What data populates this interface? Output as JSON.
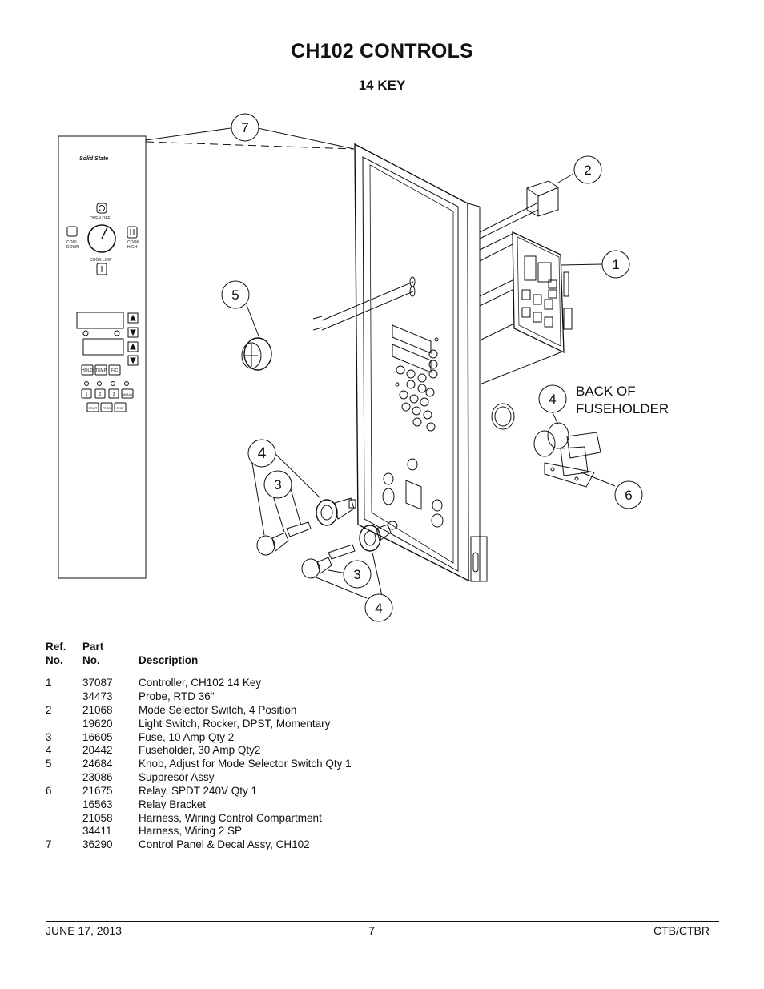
{
  "page": {
    "title": "CH102 CONTROLS",
    "subtitle": "14 KEY"
  },
  "diagram": {
    "callouts": [
      "7",
      "2",
      "1",
      "5",
      "4",
      "4",
      "3",
      "3",
      "4",
      "6"
    ],
    "back_label_line1": "BACK OF",
    "back_label_line2": "FUSEHOLDER",
    "panel": {
      "brand": "Solid State",
      "oven_off": "OVEN OFF",
      "cool_down_1": "COOL",
      "cool_down_2": "DOWN",
      "cook_high_1": "COOK",
      "cook_high_2": "HIGH",
      "cook_low": "COOK LOW",
      "keys_row1": [
        "HOLD",
        "TEMP",
        "F/C"
      ],
      "keys_row2": [
        "1",
        "2",
        "3",
        "MANUAL"
      ],
      "keys_row3": [
        "START",
        "PROG",
        "STOP"
      ]
    }
  },
  "table": {
    "header_ref_1": "Ref.",
    "header_ref_2": "No.",
    "header_part_1": "Part",
    "header_part_2": "No.",
    "header_desc": "Description",
    "rows": [
      {
        "ref": "1",
        "part": "37087",
        "desc": "Controller, CH102  14 Key"
      },
      {
        "ref": "",
        "part": "34473",
        "desc": "Probe, RTD  36\""
      },
      {
        "ref": "2",
        "part": "21068",
        "desc": "Mode Selector Switch, 4 Position"
      },
      {
        "ref": "",
        "part": "19620",
        "desc": "Light Switch, Rocker, DPST, Momentary"
      },
      {
        "ref": "3",
        "part": "16605",
        "desc": "Fuse, 10 Amp Qty 2"
      },
      {
        "ref": "4",
        "part": "20442",
        "desc": "Fuseholder, 30 Amp Qty2"
      },
      {
        "ref": "5",
        "part": "24684",
        "desc": "Knob, Adjust for Mode Selector Switch Qty 1"
      },
      {
        "ref": "",
        "part": "23086",
        "desc": "Suppresor Assy"
      },
      {
        "ref": "6",
        "part": "21675",
        "desc": "Relay, SPDT 240V Qty 1"
      },
      {
        "ref": "",
        "part": "16563",
        "desc": "Relay Bracket"
      },
      {
        "ref": "",
        "part": "21058",
        "desc": "Harness, Wiring Control Compartment"
      },
      {
        "ref": "",
        "part": "34411",
        "desc": "Harness, Wiring 2 SP"
      },
      {
        "ref": "7",
        "part": "36290",
        "desc": "Control Panel & Decal Assy, CH102"
      }
    ]
  },
  "footer": {
    "date": "JUNE 17, 2013",
    "page_number": "7",
    "model": "CTB/CTBR"
  }
}
